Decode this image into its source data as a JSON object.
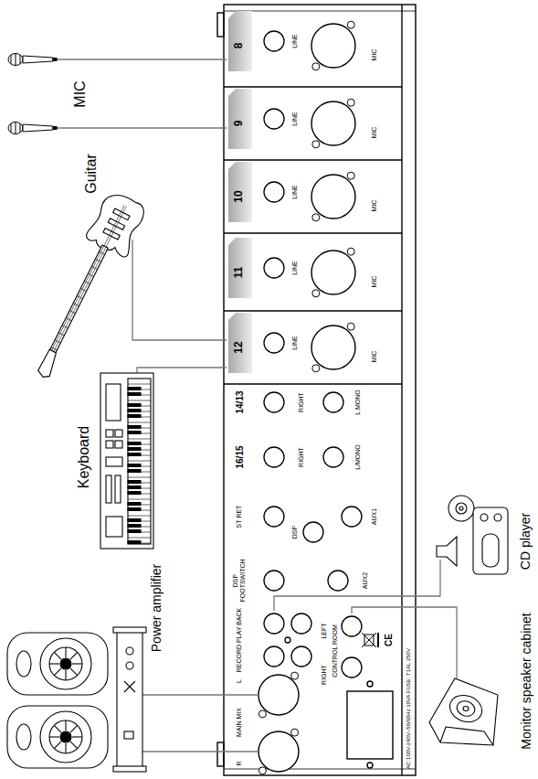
{
  "diagram": {
    "labels": [
      "MIC",
      "Guitar",
      "Keyboard",
      "Power amplifier",
      "8",
      "LINE",
      "MIC",
      "9",
      "LINE",
      "MIC",
      "10",
      "LINE",
      "MIC",
      "11",
      "LINE",
      "MIC",
      "12",
      "LINE",
      "MIC",
      "14/13",
      "RIGHT",
      "L MONO",
      "16/15",
      "RIGHT",
      "L/MONO",
      "ST RET",
      "DSP",
      "AUX1",
      "DSP FOOTSWITCH",
      "AUX2",
      "RECORD PLAY BACK",
      "LEFT",
      "CONTROL ROOM",
      "RIGHT",
      "CE",
      "MAIN MIX",
      "L",
      "R",
      "AC:100V-240V~50/60Hz 30VA FUSE: T1AL 250V",
      "CD player",
      "Monitor speaker cabinet"
    ]
  }
}
